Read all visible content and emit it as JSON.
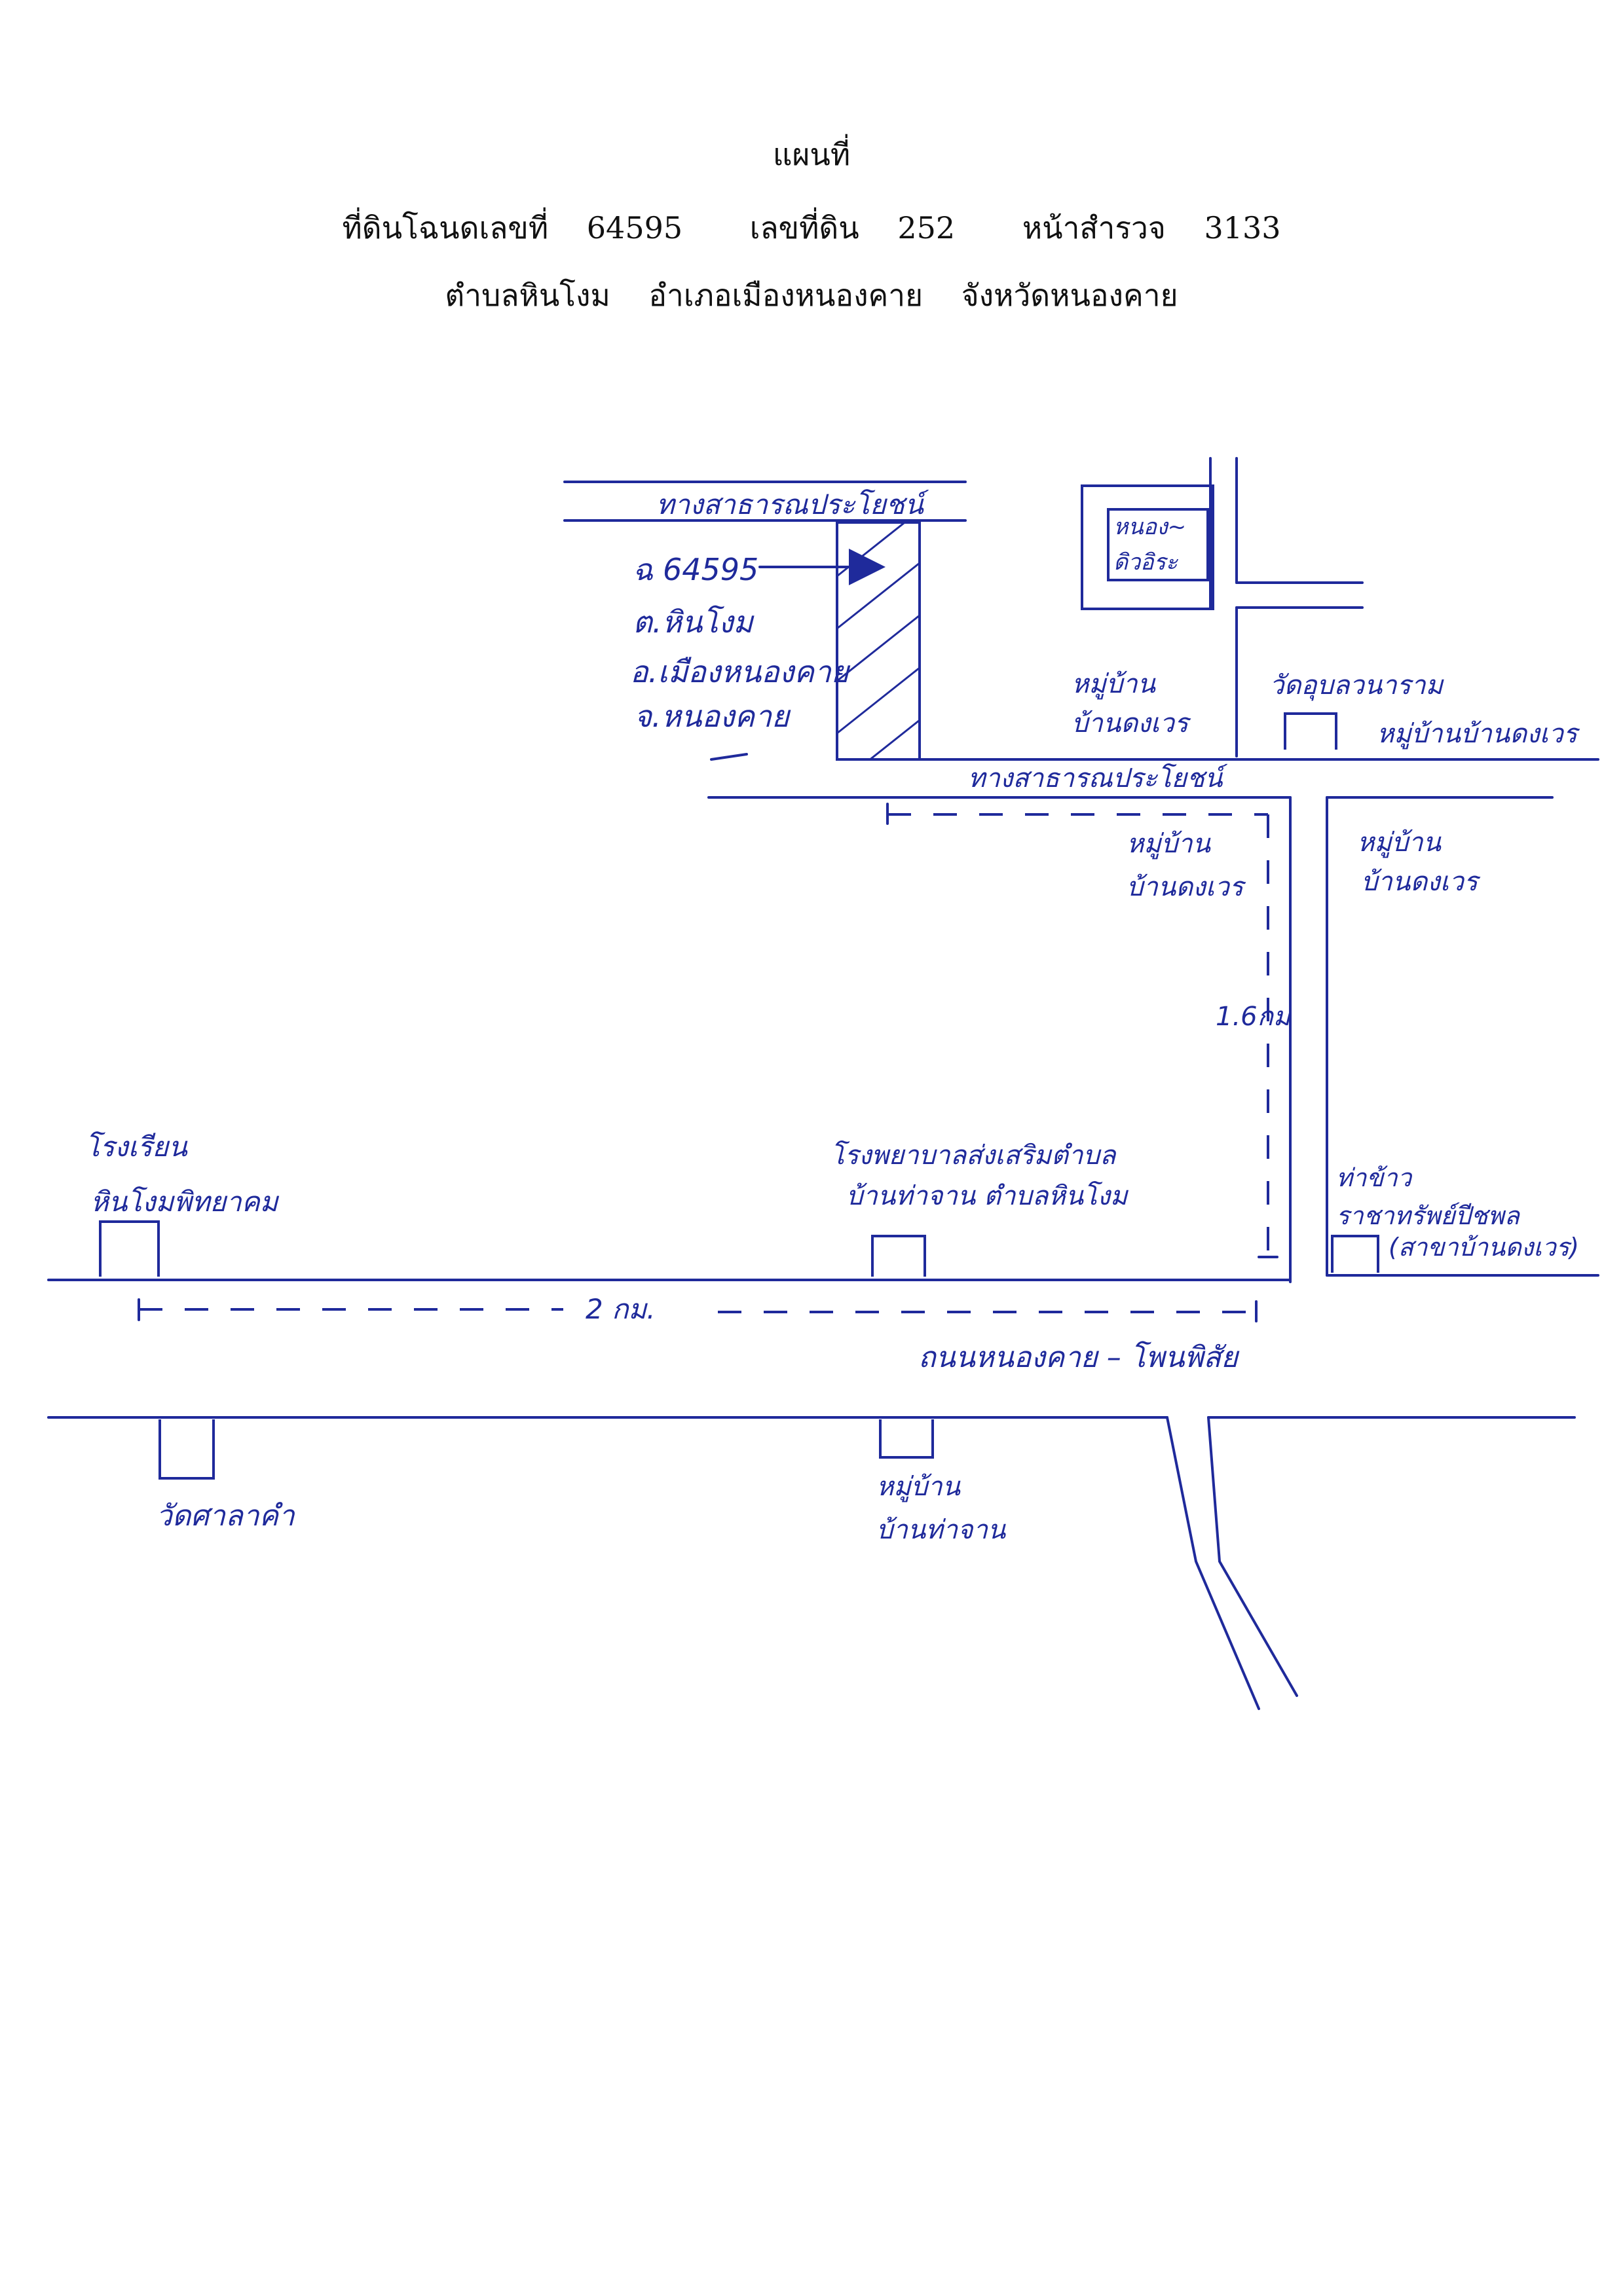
{
  "header": {
    "title": "แผนที่",
    "deed_label": "ที่ดินโฉนดเลขที่",
    "deed_no": "64595",
    "land_label": "เลขที่ดิน",
    "land_no": "252",
    "survey_label": "หน้าสำรวจ",
    "survey_no": "3133",
    "subdistrict": "ตำบลหินโงม",
    "district": "อำเภอเมืองหนองคาย",
    "province": "จังหวัดหนองคาย"
  },
  "map": {
    "road_public_top": "ทางสาธารณประโยชน์",
    "road_public_mid": "ทางสาธารณประโยชน์",
    "parcel": {
      "line1": "ฉ 64595",
      "line2": "ต.หินโงม",
      "line3": "อ.เมืองหนองคาย",
      "line4": "จ.หนองคาย"
    },
    "pond": {
      "line1": "หนอง~",
      "line2": "ดิวอิระ"
    },
    "village_a": {
      "line1": "หมู่บ้าน",
      "line2": "บ้านดงเวร"
    },
    "temple_top": "วัดอุบลวนาราม",
    "village_b": "หมู่บ้านบ้านดงเวร",
    "village_c": {
      "line1": "หมู่บ้าน",
      "line2": "บ้านดงเวร"
    },
    "village_d": {
      "line1": "หมู่บ้าน",
      "line2": "บ้านดงเวร"
    },
    "distance_vertical": "1.6กม",
    "school": {
      "line1": "โรงเรียน",
      "line2": "หินโงมพิทยาคม"
    },
    "hospital": {
      "line1": "โรงพยาบาลส่งเสริมตำบล",
      "line2": "บ้านท่าจาน ตำบลหินโงม"
    },
    "coop": {
      "line1": "ท่าข้าว",
      "line2": "ราชาทรัพย์ปีชพล",
      "line3": "(สาขาบ้านดงเวร)"
    },
    "distance_horizontal": "2 กม.",
    "main_road": "ถนนหนองคาย – โพนพิสัย",
    "temple_bottom": "วัดศาลาคำ",
    "village_e": {
      "line1": "หมู่บ้าน",
      "line2": "บ้านท่าจาน"
    }
  },
  "colors": {
    "ink": "#1f2a9b",
    "print": "#111111",
    "paper": "#ffffff"
  }
}
